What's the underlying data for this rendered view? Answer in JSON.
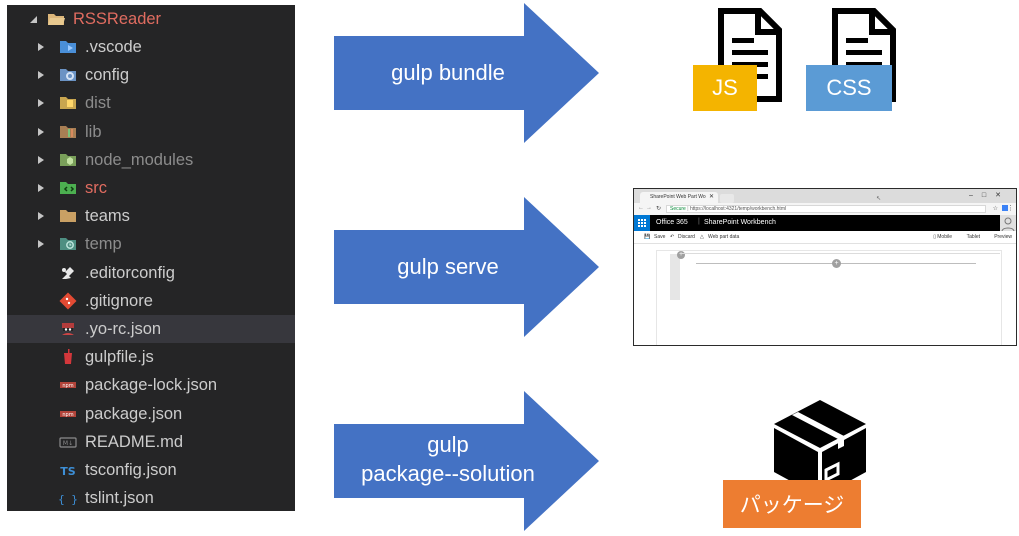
{
  "explorer": {
    "root": "RSSReader",
    "items": [
      {
        "label": ".vscode",
        "icon": "vscode-folder-icon"
      },
      {
        "label": "config",
        "icon": "config-folder-icon"
      },
      {
        "label": "dist",
        "icon": "dist-folder-icon"
      },
      {
        "label": "lib",
        "icon": "lib-folder-icon"
      },
      {
        "label": "node_modules",
        "icon": "node-modules-folder-icon"
      },
      {
        "label": "src",
        "icon": "src-folder-icon"
      },
      {
        "label": "teams",
        "icon": "folder-icon"
      },
      {
        "label": "temp",
        "icon": "temp-folder-icon"
      },
      {
        "label": ".editorconfig",
        "icon": "editorconfig-icon"
      },
      {
        "label": ".gitignore",
        "icon": "git-icon"
      },
      {
        "label": ".yo-rc.json",
        "icon": "yeoman-icon"
      },
      {
        "label": "gulpfile.js",
        "icon": "gulp-icon"
      },
      {
        "label": "package-lock.json",
        "icon": "npm-icon"
      },
      {
        "label": "package.json",
        "icon": "npm-icon"
      },
      {
        "label": "README.md",
        "icon": "markdown-icon"
      },
      {
        "label": "tsconfig.json",
        "icon": "typescript-icon"
      },
      {
        "label": "tslint.json",
        "icon": "tslint-icon"
      }
    ]
  },
  "steps": [
    {
      "label": "gulp bundle"
    },
    {
      "label": "gulp serve"
    },
    {
      "line1": "gulp",
      "line2": "package--solution"
    }
  ],
  "outputs": {
    "js_tag": "JS",
    "css_tag": "CSS",
    "package_tag": "パッケージ"
  },
  "browser": {
    "tab_title": "SharePoint Web Part Wo",
    "secure": "Secure",
    "url": "https://localhost:4321/temp/workbench.html",
    "suite": "Office 365",
    "app": "SharePoint Workbench",
    "save": "Save",
    "discard": "Discard",
    "web_part_data": "Web part data",
    "mobile": "Mobile",
    "tablet": "Tablet",
    "preview": "Preview"
  },
  "colors": {
    "arrow": "#4472c4",
    "js": "#f4b400",
    "css": "#5b9bd5",
    "package": "#ed7d31"
  }
}
